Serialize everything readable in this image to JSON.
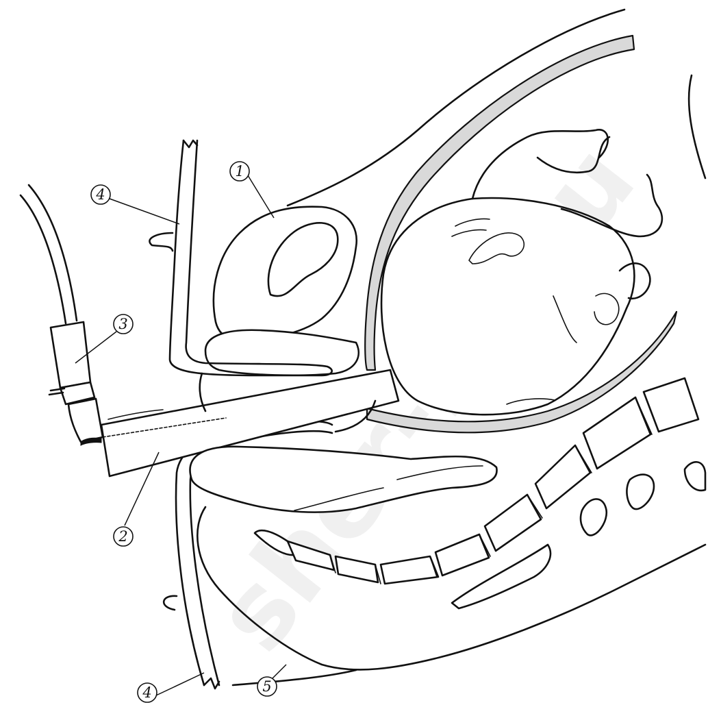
{
  "figure": {
    "markers": [
      "1",
      "2",
      "3",
      "4",
      "4",
      "5"
    ],
    "watermark": "sher-lib.ru"
  }
}
